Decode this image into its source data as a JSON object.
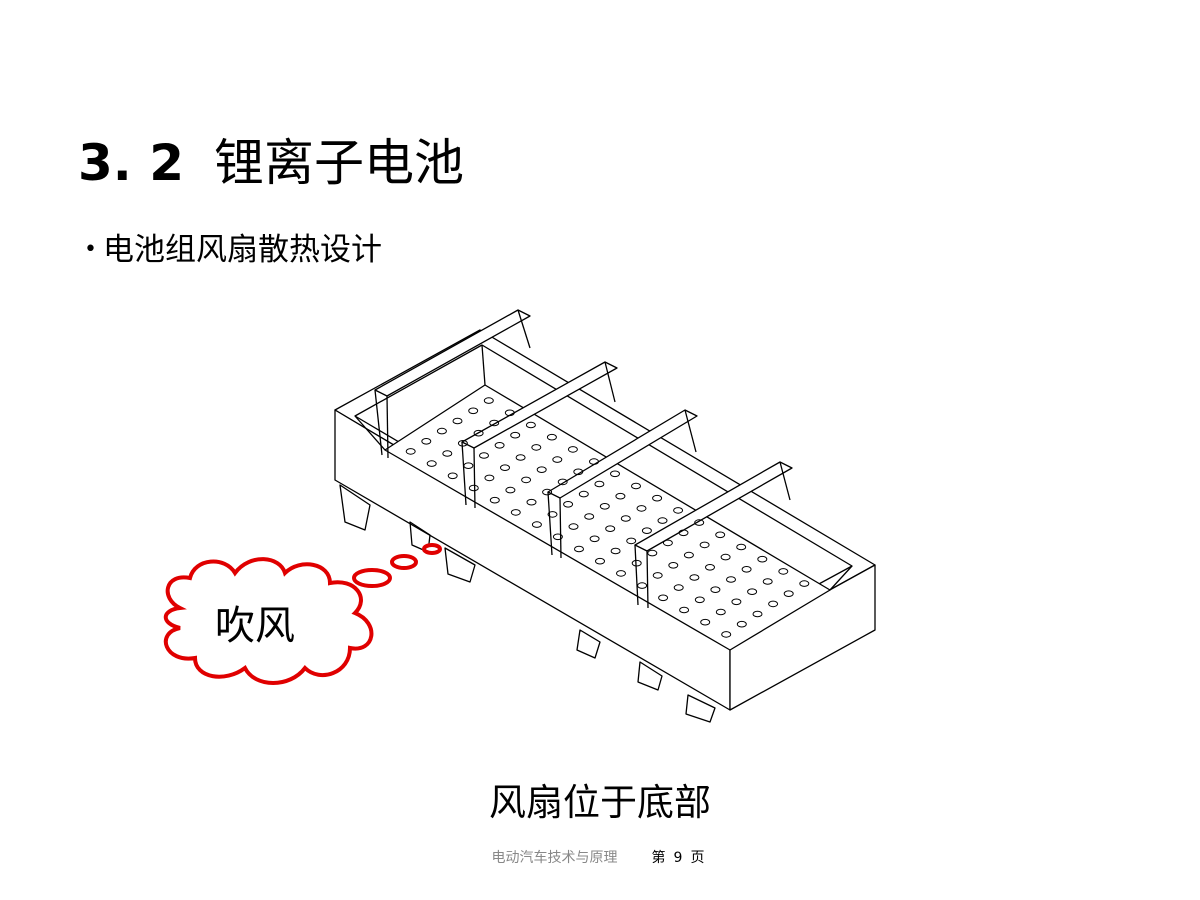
{
  "slide": {
    "section_number": "3. 2",
    "title": "锂离子电池",
    "bullet": "电池组风扇散热设计",
    "callout_text": "吹风",
    "caption": "风扇位于底部"
  },
  "footer": {
    "course": "电动汽车技术与原理",
    "page_prefix": "第",
    "page_number": "9",
    "page_suffix": "页"
  },
  "colors": {
    "callout_stroke": "#e00000",
    "drawing_stroke": "#000000"
  }
}
